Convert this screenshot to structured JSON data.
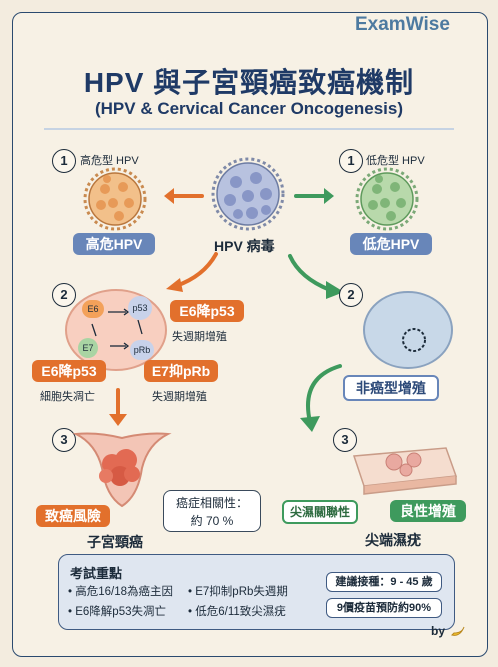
{
  "brand": "ExamWise",
  "title": "HPV 與子宮頸癌致癌機制",
  "subtitle": "(HPV & Cervical Cancer Oncogenesis)",
  "top": {
    "step1_left_num": "1",
    "step1_right_num": "1",
    "high_risk_small": "高危型 HPV",
    "low_risk_small": "低危型 HPV",
    "high_risk_label": "高危HPV",
    "low_risk_label": "低危HPV",
    "virus_label": "HPV 病毒"
  },
  "left_path": {
    "step2_num": "2",
    "e6_badge": "E6",
    "p53_badge": "p53",
    "e7_badge": "E7",
    "prb_badge": "pRb",
    "e6_p53_top": "E6降p53",
    "cell_cycle_top": "失週期增殖",
    "e6_p53_left": "E6降p53",
    "apoptosis_loss": "細胞失凋亡",
    "e7_prb": "E7抑pRb",
    "cell_cycle_bottom": "失週期增殖",
    "step3_num": "3",
    "cancer_risk": "致癌風險",
    "cervical_cancer": "子宮頸癌",
    "stat_line1": "癌症相關性：",
    "stat_line2": "約 70 %"
  },
  "right_path": {
    "step2_num": "2",
    "non_cancer": "非癌型增殖",
    "step3_num": "3",
    "condyloma_assoc": "尖濕關聯性",
    "benign": "良性增殖",
    "condyloma": "尖端濕疣"
  },
  "key_points": {
    "title": "考試重點",
    "items": [
      "高危16/18為癌主因",
      "E7抑制pRb失週期",
      "E6降解p53失凋亡",
      "低危6/11致尖濕疣"
    ],
    "vaccine_age": "建議接種：9 - 45 歲",
    "vaccine_efficacy": "9價疫苗預防約90%"
  },
  "footer": {
    "by": "by"
  },
  "colors": {
    "navy": "#1f3a66",
    "blue": "#6886b9",
    "orange": "#e2702c",
    "green": "#3e9a5d",
    "background": "#f3ecdf"
  }
}
